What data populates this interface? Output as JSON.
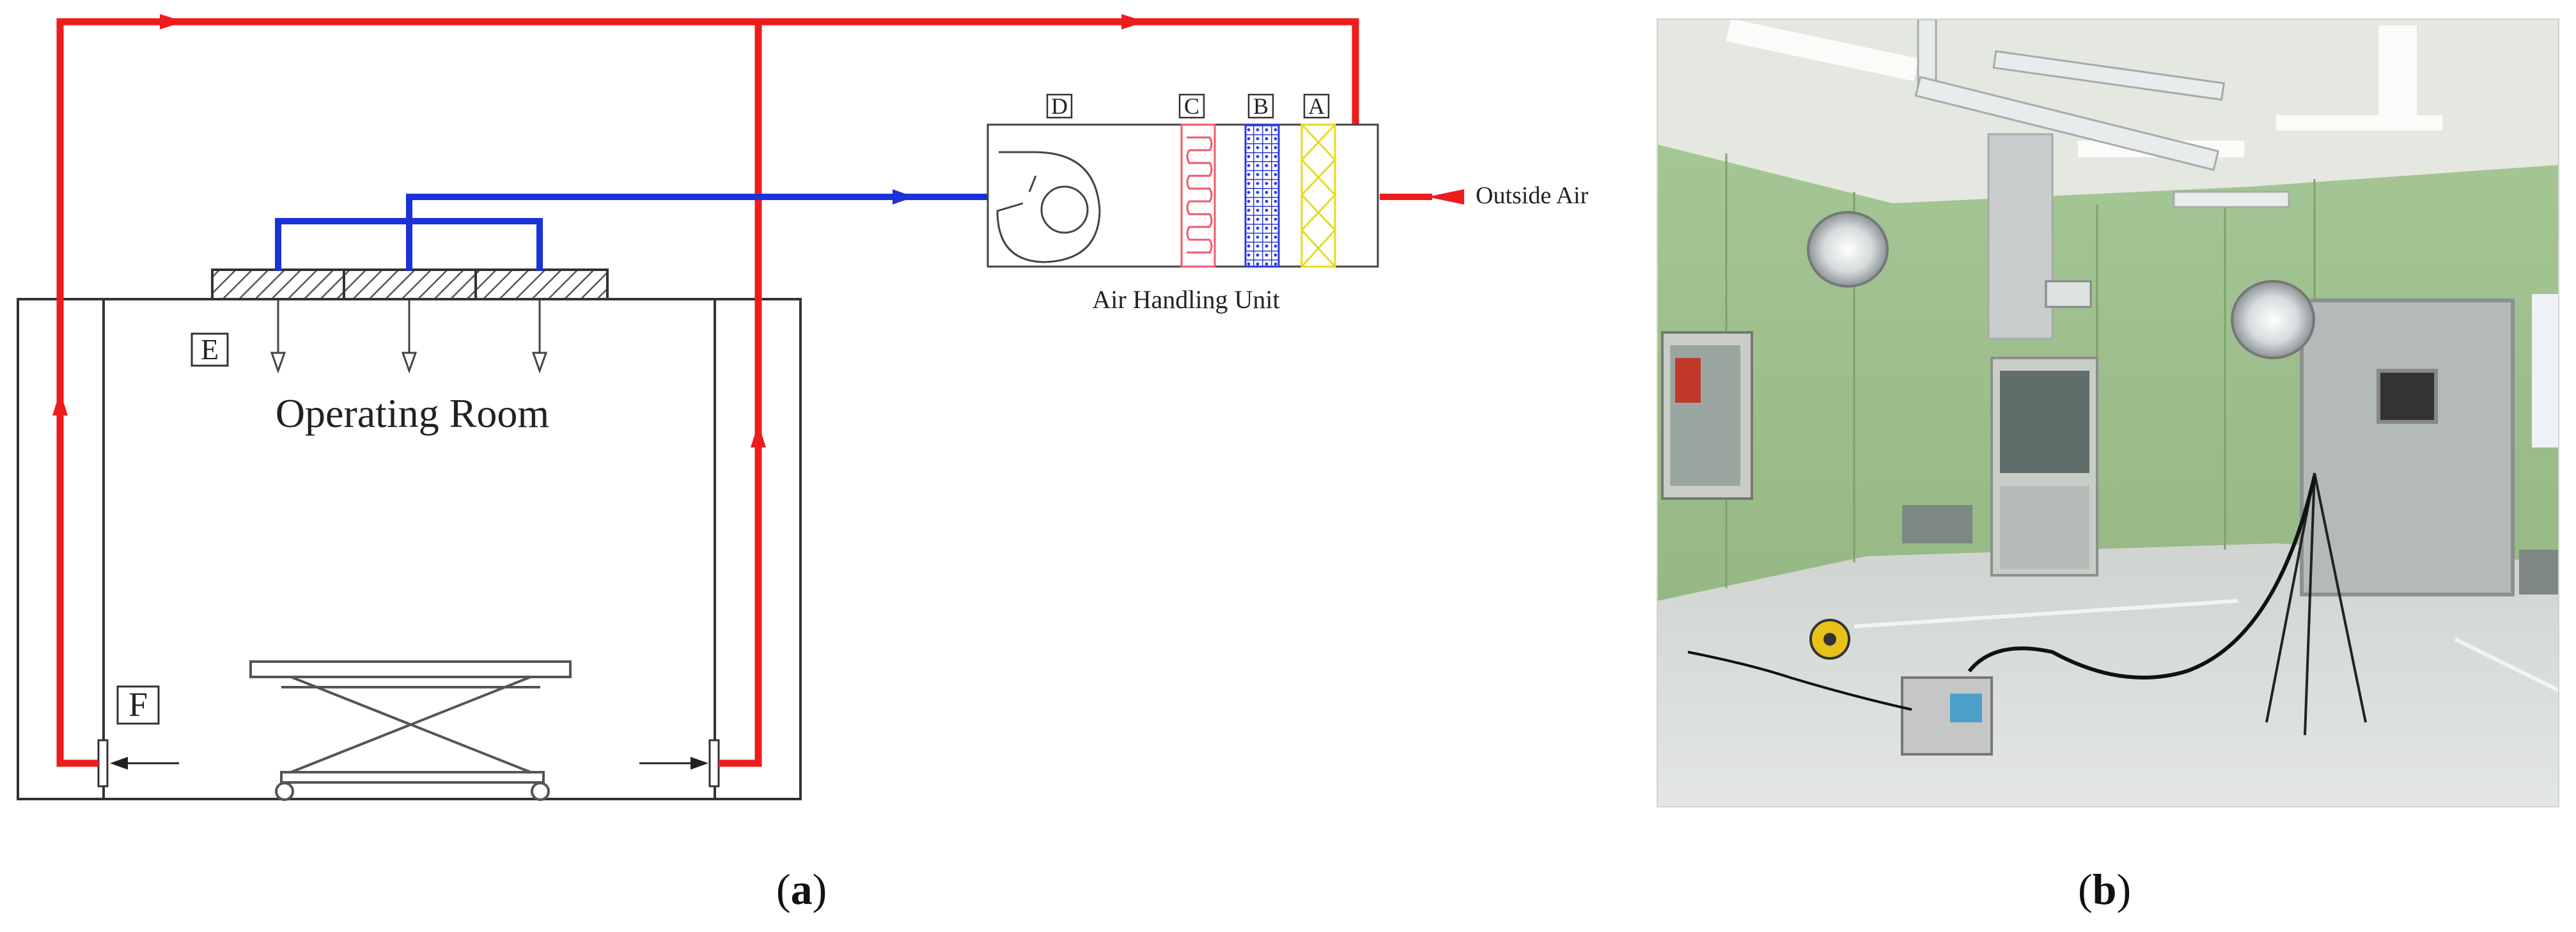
{
  "panel_a": {
    "labels": {
      "operating_room": "Operating Room",
      "air_handling_unit": "Air Handling Unit",
      "outside_air": "Outside Air",
      "letter_a": "A",
      "letter_b": "B",
      "letter_c": "C",
      "letter_d": "D",
      "letter_e": "E",
      "letter_f": "F"
    },
    "colors": {
      "return_air": "#ee1c1c",
      "supply_air": "#1a32d8",
      "heating_coil": "#f05a6a",
      "filter_b": "#2d3ad6",
      "filter_a": "#f2ea2a",
      "outline": "#333333"
    },
    "icons": [
      "fan-icon",
      "heating-coil-icon",
      "medium-filter-icon",
      "primary-filter-icon",
      "hepa-diffuser-icon",
      "operating-table-icon",
      "return-grille-icon"
    ]
  },
  "panel_b": {
    "description_icon": "operating-room-photo",
    "colors": {
      "wall": "#9ec08a",
      "ceiling": "#e8ebe4",
      "floor": "#d8dcd9",
      "door": "#b8bcbc"
    }
  },
  "captions": {
    "a_open": "(",
    "a_letter": "a",
    "a_close": ")",
    "b_open": "(",
    "b_letter": "b",
    "b_close": ")"
  }
}
